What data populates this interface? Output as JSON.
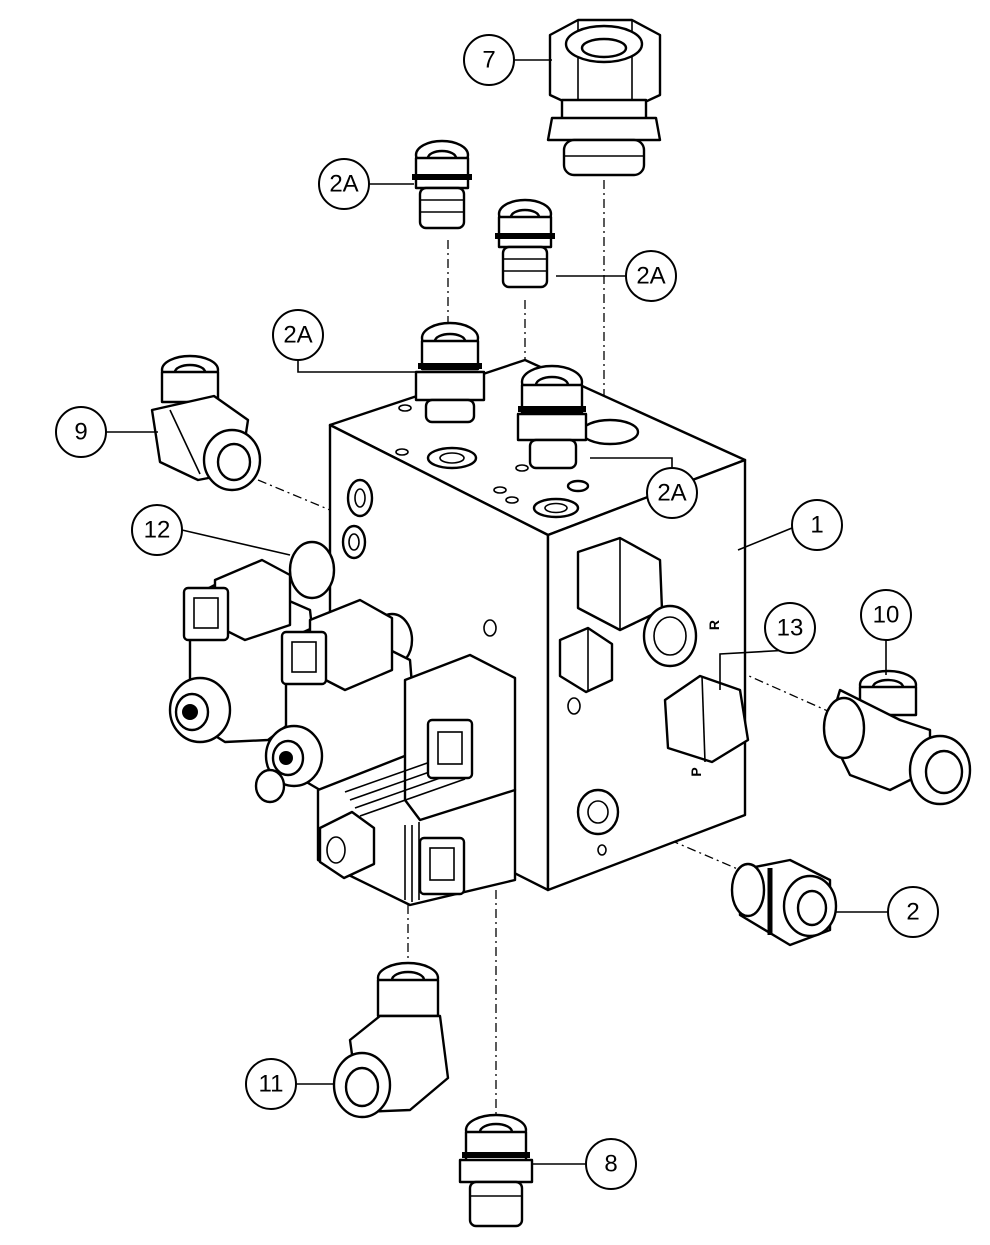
{
  "callouts": [
    {
      "id": "c7",
      "label": "7"
    },
    {
      "id": "c2a-1",
      "label": "2A"
    },
    {
      "id": "c2a-2",
      "label": "2A"
    },
    {
      "id": "c2a-3",
      "label": "2A"
    },
    {
      "id": "c2a-4",
      "label": "2A"
    },
    {
      "id": "c9",
      "label": "9"
    },
    {
      "id": "c12",
      "label": "12"
    },
    {
      "id": "c1",
      "label": "1"
    },
    {
      "id": "c13",
      "label": "13"
    },
    {
      "id": "c10",
      "label": "10"
    },
    {
      "id": "c2",
      "label": "2"
    },
    {
      "id": "c11",
      "label": "11"
    },
    {
      "id": "c8",
      "label": "8"
    }
  ],
  "port_marks": {
    "side_r": "R",
    "side_p": "P"
  }
}
